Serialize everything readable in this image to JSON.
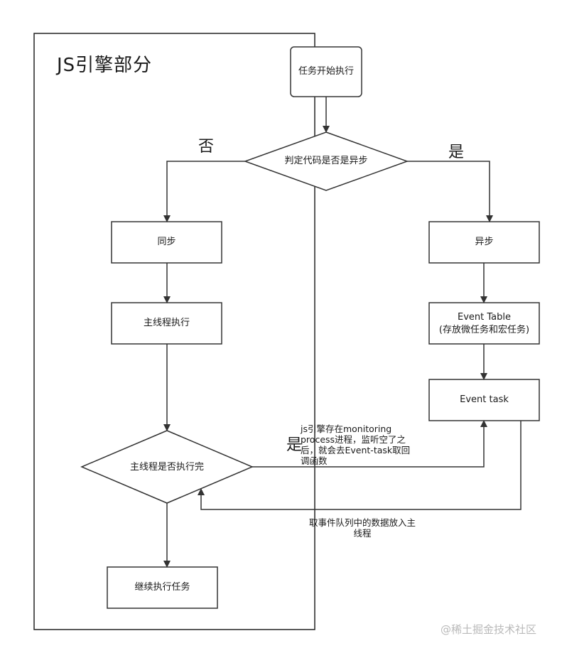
{
  "region_title": "JS引擎部分",
  "nodes": {
    "start": "任务开始执行",
    "decision_async": "判定代码是否是异步",
    "sync": "同步",
    "main_thread": "主线程执行",
    "decision_done": "主线程是否执行完",
    "continue": "继续执行任务",
    "async": "异步",
    "event_table": "Event Table\n(存放微任务和宏任务)",
    "event_task": "Event task"
  },
  "edge_labels": {
    "no": "否",
    "yes": "是",
    "done_yes": "是"
  },
  "annotations": {
    "monitoring": "js引擎存在monitoring\nprocess进程，监听空了之\n后，就会去Event-task取回\n调函数",
    "return_note": "取事件队列中的数据放入主\n线程"
  },
  "watermark": "@稀土掘金技术社区"
}
